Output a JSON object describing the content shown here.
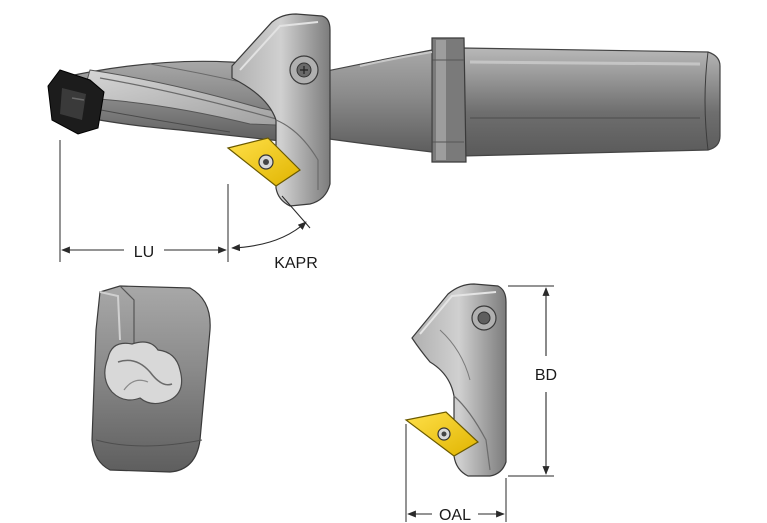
{
  "labels": {
    "lu": "LU",
    "kapr": "KAPR",
    "bd": "BD",
    "oal": "OAL"
  },
  "colors": {
    "steel_dark": "#5f5f5f",
    "steel_mid": "#8c8c8c",
    "steel_light": "#c4c4c4",
    "insert_yellow": "#f2c800",
    "insert_edge": "#6b5a00",
    "tip_black": "#1c1c1c",
    "dim_line": "#2a2a2a"
  }
}
